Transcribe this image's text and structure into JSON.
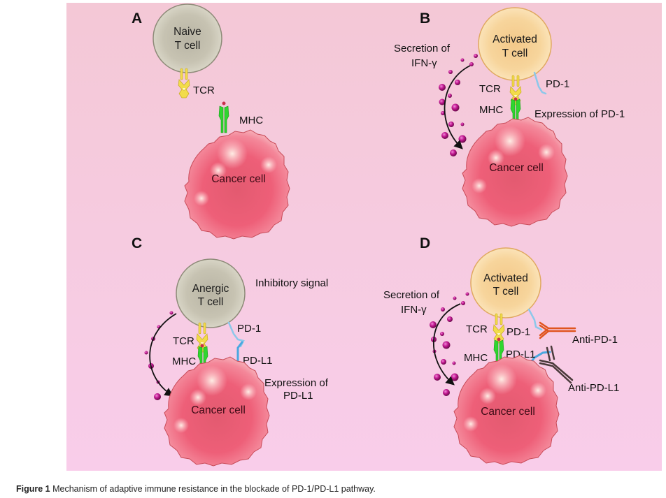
{
  "figure": {
    "caption_label": "Figure 1",
    "caption_text": " Mechanism of adaptive immune resistance in the blockade of PD-1/PD-L1 pathway."
  },
  "colors": {
    "background_top": "#f4c8d6",
    "background_bottom": "#f9cdea",
    "naive_cell": "#cfcbb8",
    "anergic_cell": "#cdc9b6",
    "activated_cell": "#f7d9a0",
    "cancer_cell": "#ee5f78",
    "tcr": "#f2dc4a",
    "mhc": "#2fd62f",
    "pd1": "#8cc8ea",
    "pdl1": "#4aa8e0",
    "anti_pd1": "#e0551f",
    "anti_pdl1": "#4a3a3a",
    "ifn_gamma": "#c0168f"
  },
  "panels": {
    "A": {
      "letter": "A",
      "t_cell": {
        "line1": "Naive",
        "line2": "T cell"
      },
      "tcr": "TCR",
      "mhc": "MHC",
      "cancer_cell": "Cancer cell"
    },
    "B": {
      "letter": "B",
      "t_cell": {
        "line1": "Activated",
        "line2": "T cell"
      },
      "secretion": {
        "line1": "Secretion of",
        "line2": "IFN-γ"
      },
      "tcr": "TCR",
      "mhc": "MHC",
      "pd1": "PD-1",
      "expression": "Expression of PD-1",
      "cancer_cell": "Cancer cell"
    },
    "C": {
      "letter": "C",
      "t_cell": {
        "line1": "Anergic",
        "line2": "T cell"
      },
      "inhibitory": "Inhibitory signal",
      "tcr": "TCR",
      "mhc": "MHC",
      "pd1": "PD-1",
      "pdl1": "PD-L1",
      "expression": {
        "line1": "Expression of",
        "line2": "PD-L1"
      },
      "cancer_cell": "Cancer cell"
    },
    "D": {
      "letter": "D",
      "t_cell": {
        "line1": "Activated",
        "line2": "T cell"
      },
      "secretion": {
        "line1": "Secretion of",
        "line2": "IFN-γ"
      },
      "tcr": "TCR",
      "mhc": "MHC",
      "pd1": "PD-1",
      "pdl1": "PD-L1",
      "anti_pd1": "Anti-PD-1",
      "anti_pdl1": "Anti-PD-L1",
      "cancer_cell": "Cancer cell"
    }
  }
}
